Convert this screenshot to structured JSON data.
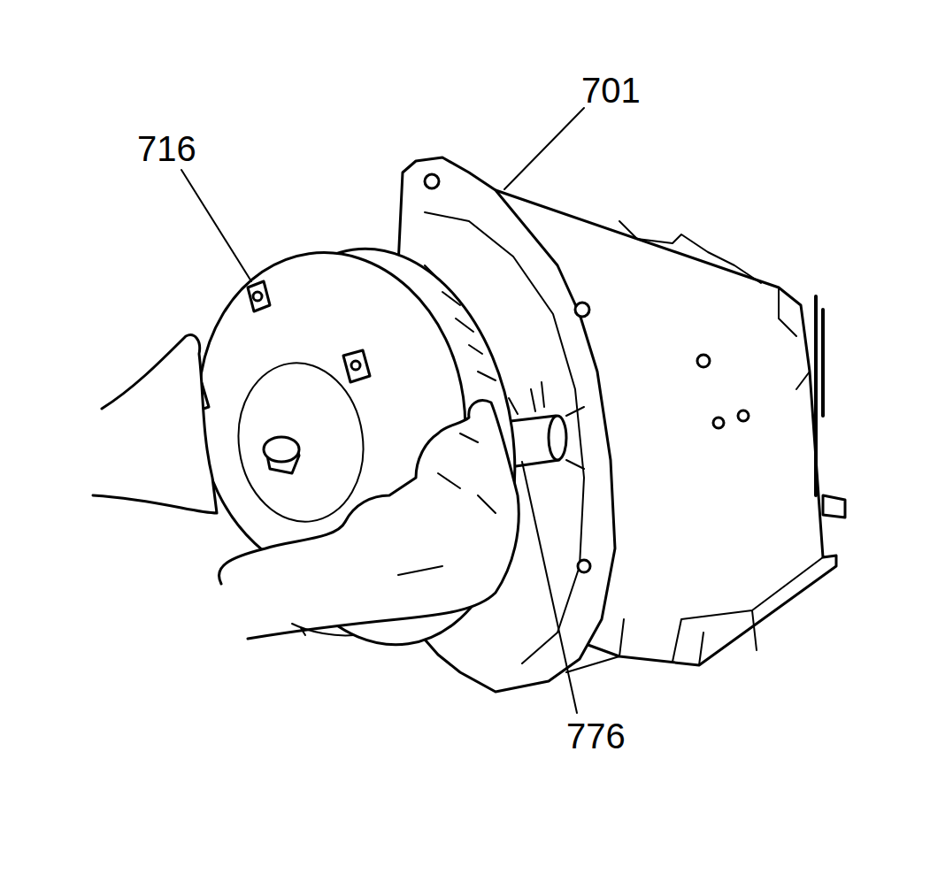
{
  "diagram": {
    "labels": [
      "716",
      "701",
      "776"
    ]
  }
}
